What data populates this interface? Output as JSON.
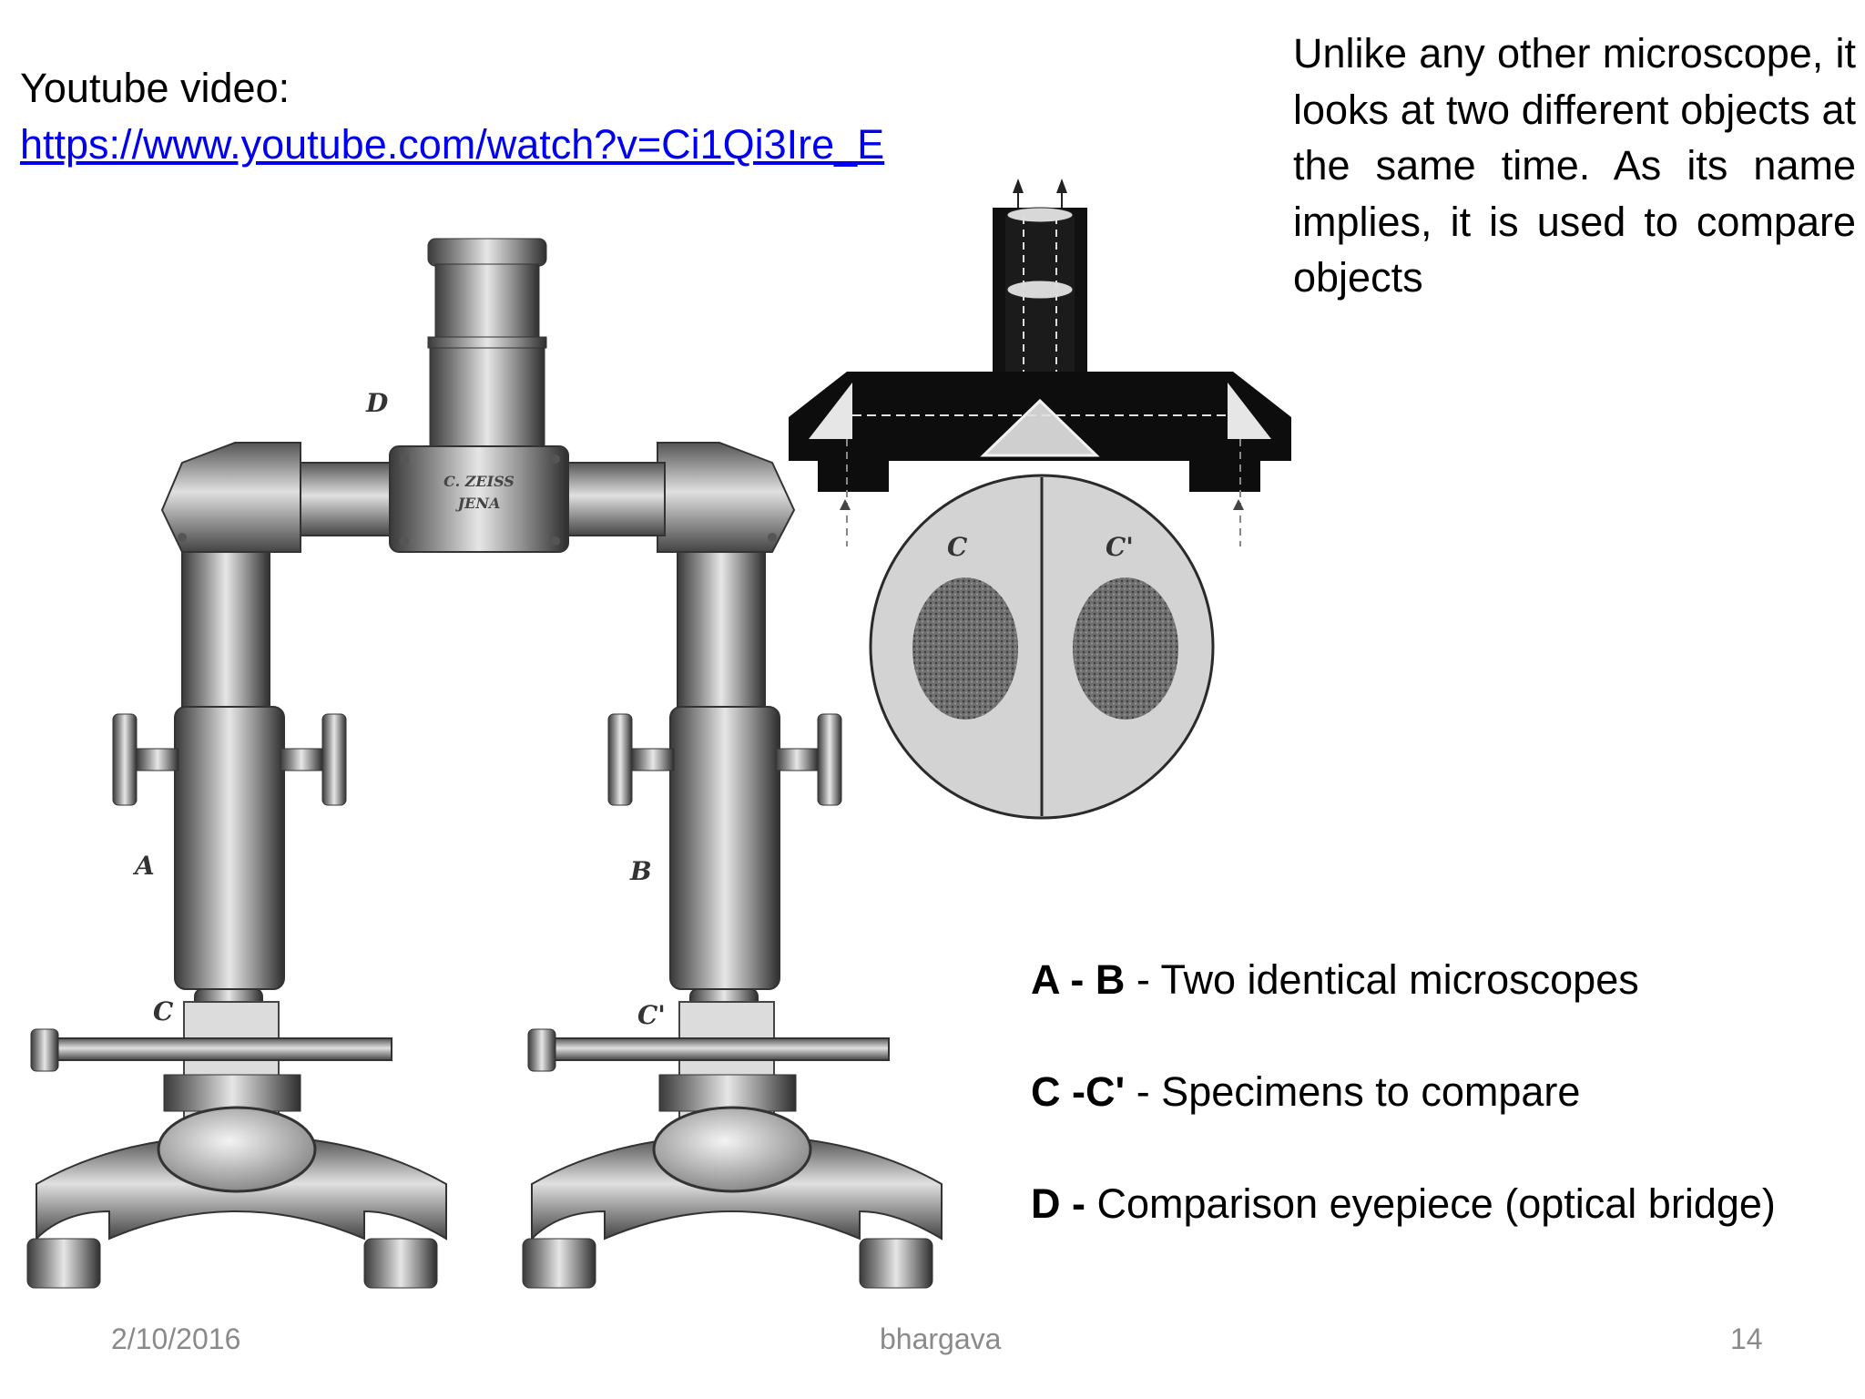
{
  "video": {
    "label": "Youtube video:",
    "url": "https://www.youtube.com/watch?v=Ci1Qi3Ire_E"
  },
  "description": "Unlike any other microscope, it looks at two different objects at the same time. As its name implies, it is used to compare objects",
  "figure": {
    "labels": {
      "a": "A",
      "b": "B",
      "c": "C",
      "c_prime": "C'",
      "d": "D",
      "brand_line1": "C. ZEISS",
      "brand_line2": "JENA"
    },
    "view_labels": {
      "left": "C",
      "right": "C'"
    }
  },
  "legend": [
    {
      "key": "A - B",
      "text": " - Two identical microscopes"
    },
    {
      "key": "C -C'",
      "text": " - Specimens to compare"
    },
    {
      "key": "D -",
      "text": " Comparison eyepiece (optical bridge)"
    }
  ],
  "footer": {
    "date": "2/10/2016",
    "author": "bhargava",
    "page": "14"
  }
}
